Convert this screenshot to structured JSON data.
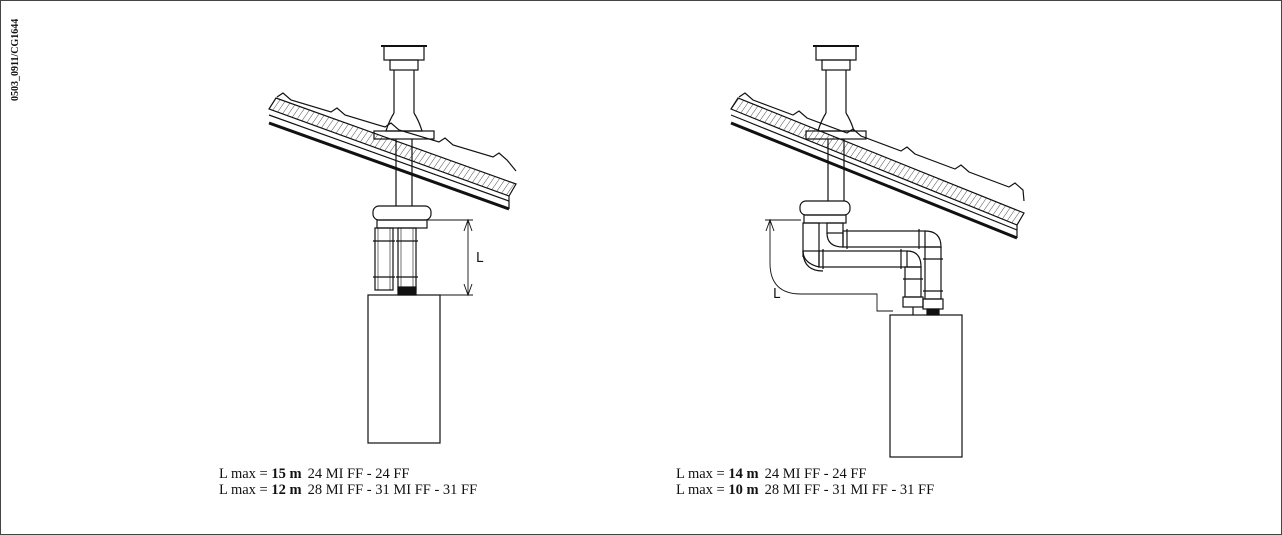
{
  "doc_code": "0503_0911/CG1644",
  "left_diagram": {
    "dimension_label": "L",
    "captions": [
      {
        "prefix": "L max = ",
        "value": "15 m",
        "models": "24 MI FF - 24 FF"
      },
      {
        "prefix": "L max = ",
        "value": "12 m",
        "models": "28 MI FF - 31 MI FF - 31 FF"
      }
    ]
  },
  "right_diagram": {
    "dimension_label": "L",
    "captions": [
      {
        "prefix": "L max = ",
        "value": "14 m",
        "models": "24 MI FF - 24 FF"
      },
      {
        "prefix": "L max = ",
        "value": "10 m",
        "models": "28 MI FF - 31 MI FF - 31 FF"
      }
    ]
  }
}
